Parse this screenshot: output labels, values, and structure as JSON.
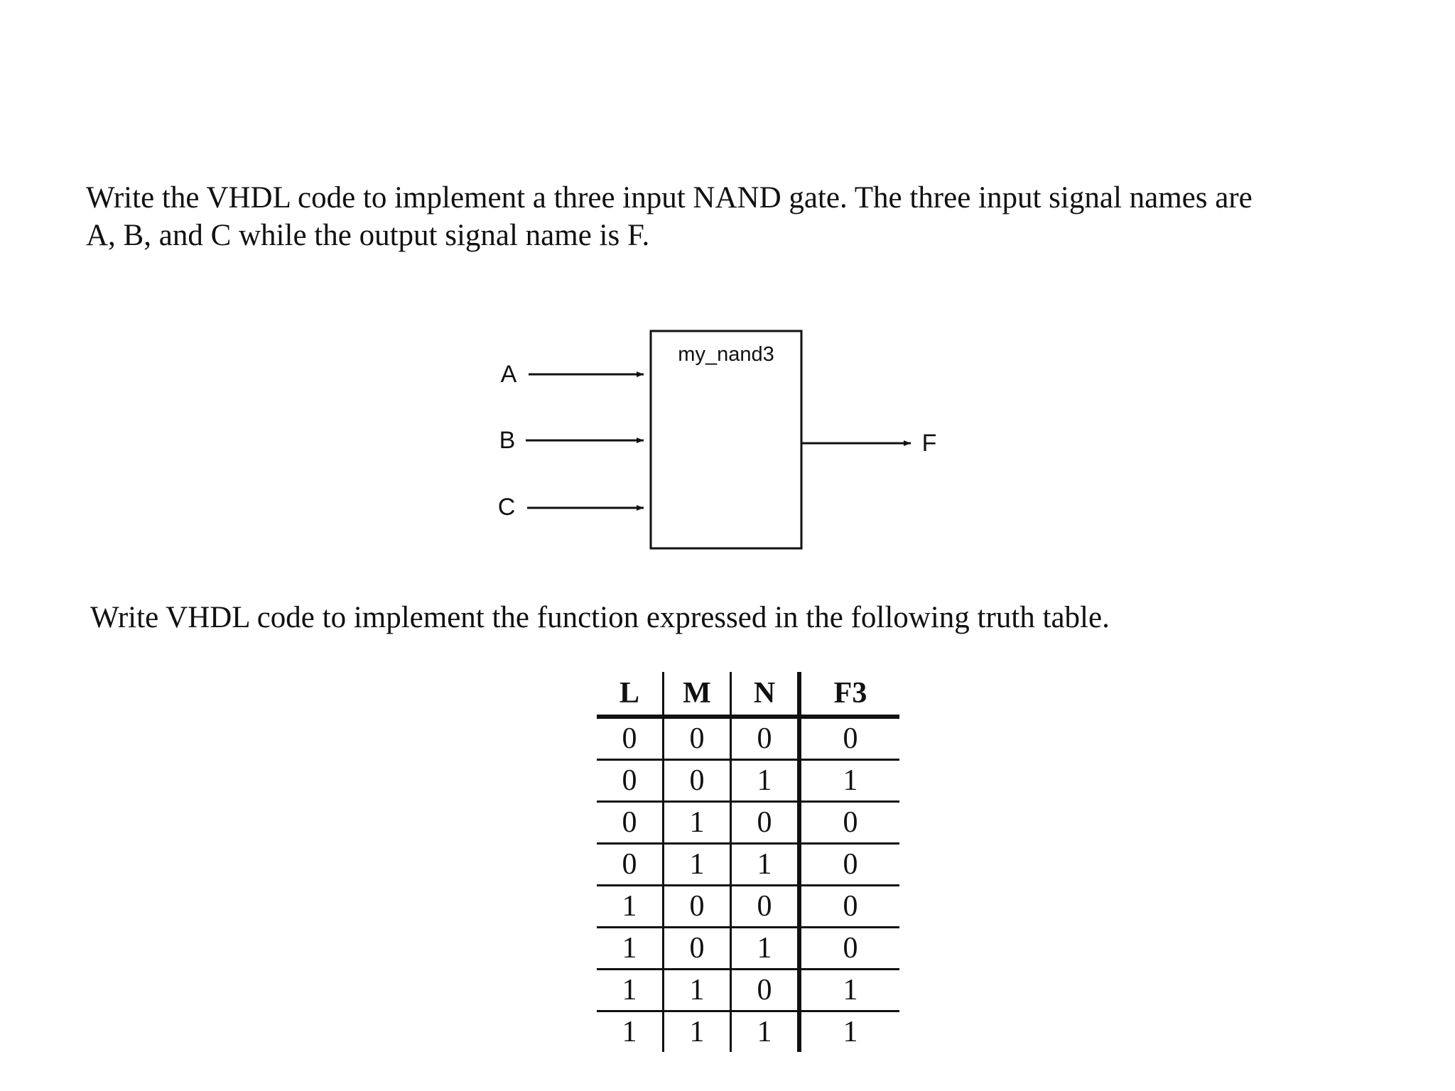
{
  "question1": "Write the VHDL code to implement a three input NAND gate. The three input signal names are",
  "question1_line2": "A, B, and C while the output signal name is F.",
  "diagram": {
    "block_label": "my_nand3",
    "inputs": [
      "A",
      "B",
      "C"
    ],
    "output": "F"
  },
  "question2": "Write VHDL code to implement the function expressed in the following truth table.",
  "truth_table": {
    "headers": [
      "L",
      "M",
      "N",
      "F3"
    ],
    "rows": [
      [
        "0",
        "0",
        "0",
        "0"
      ],
      [
        "0",
        "0",
        "1",
        "1"
      ],
      [
        "0",
        "1",
        "0",
        "0"
      ],
      [
        "0",
        "1",
        "1",
        "0"
      ],
      [
        "1",
        "0",
        "0",
        "0"
      ],
      [
        "1",
        "0",
        "1",
        "0"
      ],
      [
        "1",
        "1",
        "0",
        "1"
      ],
      [
        "1",
        "1",
        "1",
        "1"
      ]
    ]
  }
}
